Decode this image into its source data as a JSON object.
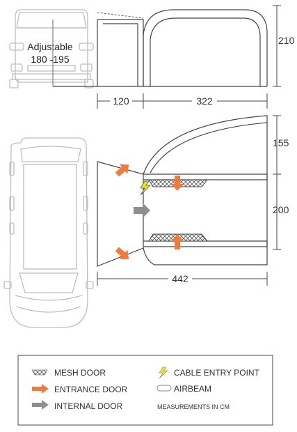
{
  "side_view": {
    "adjustable_label": "Adjustable",
    "adjustable_range": "180 -195",
    "height_label": "210",
    "awning_length_label": "120",
    "tent_length_label": "322"
  },
  "top_view": {
    "front_depth_label": "155",
    "inner_depth_label": "200",
    "total_length_label": "442"
  },
  "legend": {
    "mesh_door": "MESH DOOR",
    "entrance_door": "ENTRANCE DOOR",
    "internal_door": "INTERNAL DOOR",
    "cable_entry": "CABLE ENTRY POINT",
    "airbeam": "AIRBEAM",
    "measurements": "MEASUREMENTS IN CM"
  },
  "colors": {
    "line": "#555555",
    "vehicle": "#bbbbbb",
    "entrance_arrow": "#f07b3c",
    "internal_arrow": "#8e8e8e",
    "cable_bolt": "#e7e22a"
  },
  "icons": {
    "mesh_door": "mesh-door-icon",
    "entrance_door": "orange-arrow-icon",
    "internal_door": "grey-arrow-icon",
    "cable_entry": "lightning-bolt-icon",
    "airbeam": "airbeam-icon"
  }
}
